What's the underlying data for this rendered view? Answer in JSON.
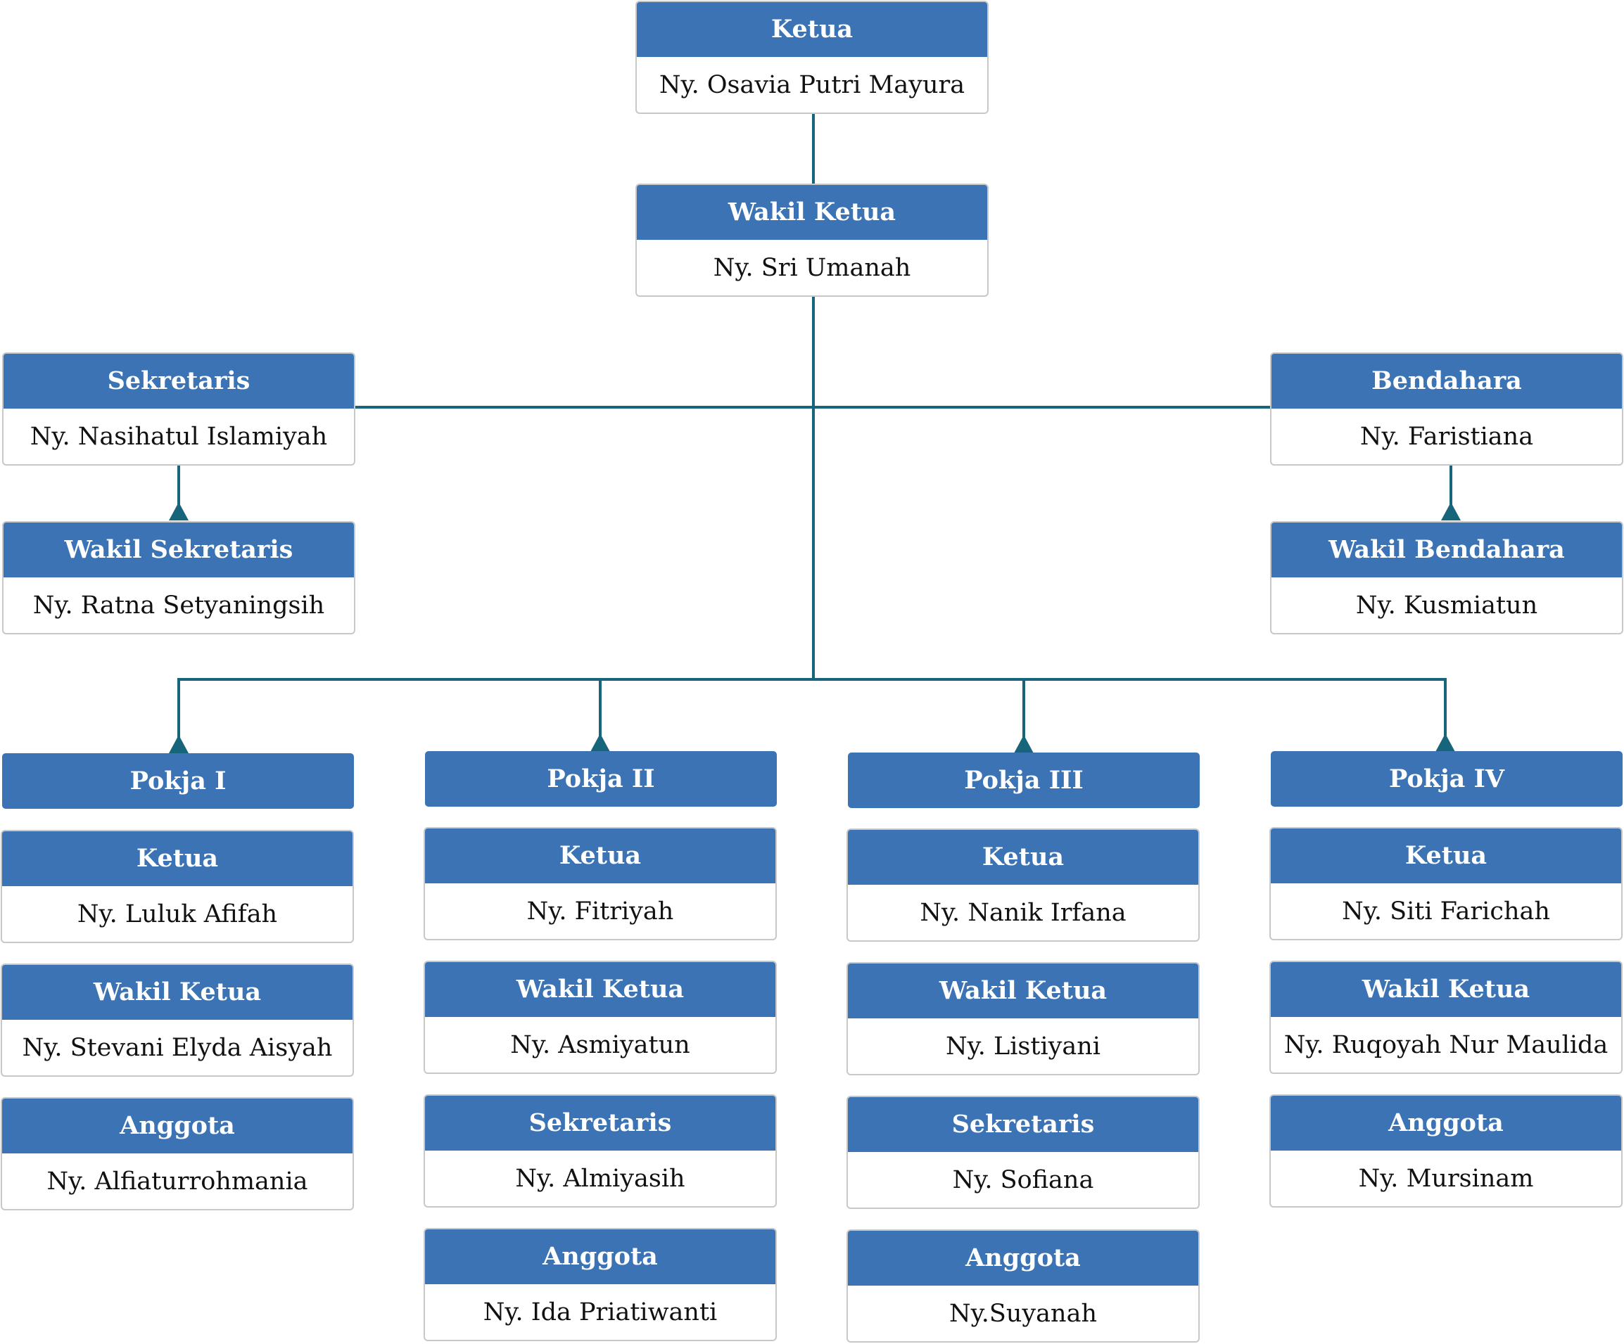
{
  "colors": {
    "header_blue": "#3b73b5",
    "connector": "#17657a",
    "border": "#c8c8c8"
  },
  "top": {
    "ketua": {
      "title": "Ketua",
      "name": "Ny. Osavia Putri Mayura"
    },
    "wakil_ketua": {
      "title": "Wakil Ketua",
      "name": "Ny. Sri Umanah"
    },
    "sekretaris": {
      "title": "Sekretaris",
      "name": "Ny. Nasihatul Islamiyah"
    },
    "wakil_sekretaris": {
      "title": "Wakil Sekretaris",
      "name": "Ny. Ratna Setyaningsih"
    },
    "bendahara": {
      "title": "Bendahara",
      "name": "Ny. Faristiana"
    },
    "wakil_bendahara": {
      "title": "Wakil Bendahara",
      "name": "Ny. Kusmiatun"
    }
  },
  "pokja": [
    {
      "label": "Pokja I",
      "members": [
        {
          "title": "Ketua",
          "name": "Ny. Luluk Afifah"
        },
        {
          "title": "Wakil Ketua",
          "name": "Ny. Stevani Elyda Aisyah"
        },
        {
          "title": "Anggota",
          "name": "Ny. Alfiaturrohmania"
        }
      ]
    },
    {
      "label": "Pokja II",
      "members": [
        {
          "title": "Ketua",
          "name": "Ny. Fitriyah"
        },
        {
          "title": "Wakil Ketua",
          "name": "Ny. Asmiyatun"
        },
        {
          "title": "Sekretaris",
          "name": "Ny. Almiyasih"
        },
        {
          "title": "Anggota",
          "name": "Ny. Ida Priatiwanti"
        }
      ]
    },
    {
      "label": "Pokja III",
      "members": [
        {
          "title": "Ketua",
          "name": "Ny. Nanik Irfana"
        },
        {
          "title": "Wakil Ketua",
          "name": "Ny. Listiyani"
        },
        {
          "title": "Sekretaris",
          "name": "Ny. Sofiana"
        },
        {
          "title": "Anggota",
          "name": "Ny.Suyanah"
        }
      ]
    },
    {
      "label": "Pokja IV",
      "members": [
        {
          "title": "Ketua",
          "name": "Ny. Siti Farichah"
        },
        {
          "title": "Wakil Ketua",
          "name": "Ny. Ruqoyah Nur Maulida"
        },
        {
          "title": "Anggota",
          "name": "Ny. Mursinam"
        }
      ]
    }
  ]
}
